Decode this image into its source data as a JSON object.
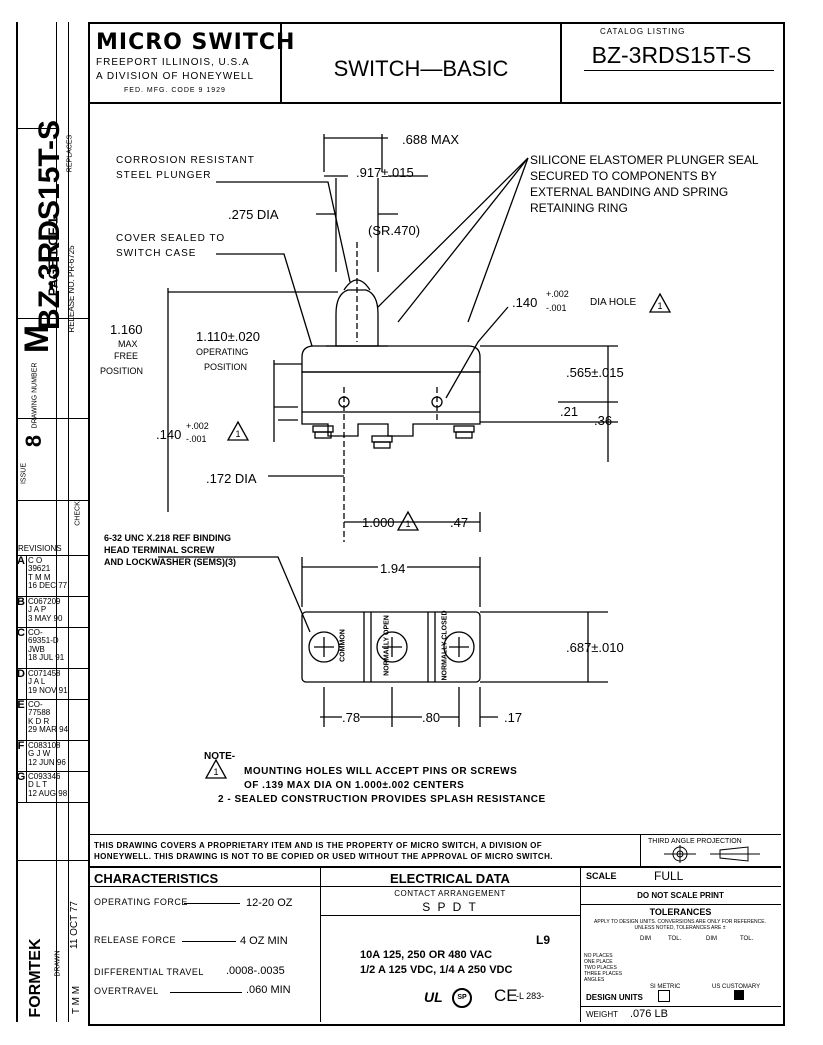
{
  "title_block": {
    "brand": "MICRO SWITCH",
    "address_line": "FREEPORT ILLINOIS, U.S.A",
    "division_line": "A DIVISION OF HONEYWELL",
    "fed_code": "FED. MFG. CODE 9 1929",
    "product_title": "SWITCH—BASIC",
    "catalog_label": "CATALOG LISTING",
    "catalog_number": "BZ-3RDS15T-S"
  },
  "left_strip": {
    "part_number": "BZ-3RDS15T-S",
    "page": "PAGE 1 OF 1",
    "replaces_label": "REPLACES",
    "release_no": "RELEASE NO. PR-6725",
    "drawing_number_label": "DRAWING NUMBER",
    "drawing_letter": "M",
    "issue_label": "ISSUE",
    "issue_number": "8",
    "check_label": "CHECK",
    "revisions_label": "REVISIONS",
    "drawn_label": "DRAWN",
    "drawn_by": "T M M",
    "drawn_date": "11 OCT 77",
    "formtek": "FORMTEK"
  },
  "revisions": [
    {
      "letter": "A",
      "lines": [
        "C O",
        "39621",
        "T M M",
        "16 DEC 77"
      ]
    },
    {
      "letter": "B",
      "lines": [
        "C067209",
        "J A P",
        "3 MAY 90"
      ]
    },
    {
      "letter": "C",
      "lines": [
        "CO-",
        "69351-D",
        "JWB",
        "18 JUL 91"
      ]
    },
    {
      "letter": "D",
      "lines": [
        "C071458",
        "J A L",
        "19 NOV 91"
      ]
    },
    {
      "letter": "E",
      "lines": [
        "CO-",
        "77588",
        "K D R",
        "29 MAR 94"
      ]
    },
    {
      "letter": "F",
      "lines": [
        "C083108",
        "G J W",
        "12 JUN 96"
      ]
    },
    {
      "letter": "G",
      "lines": [
        "C093346",
        "D L T",
        "12 AUG 98"
      ]
    }
  ],
  "drawing": {
    "dim_688": ".688 MAX",
    "dim_917": ".917±.015",
    "dim_275": ".275 DIA",
    "dim_sr": "(SR.470)",
    "plunger_label_1": "CORROSION RESISTANT",
    "plunger_label_2": "STEEL PLUNGER",
    "cover_label_1": "COVER SEALED TO",
    "cover_label_2": "SWITCH CASE",
    "seal_label_1": "SILICONE ELASTOMER PLUNGER SEAL",
    "seal_label_2": "SECURED TO COMPONENTS BY",
    "seal_label_3": "EXTERNAL BANDING AND SPRING",
    "seal_label_4": "RETAINING RING",
    "hole_dim": ".140",
    "hole_tol_plus": "+.002",
    "hole_tol_minus": "-.001",
    "hole_label": "DIA HOLE",
    "free_pos_1": "1.160",
    "free_pos_2": "MAX",
    "free_pos_3": "FREE",
    "free_pos_4": "POSITION",
    "op_pos_1": "1.110±.020",
    "op_pos_2": "OPERATING",
    "op_pos_3": "POSITION",
    "dim_565": ".565±.015",
    "dim_21": ".21",
    "dim_36": ".36",
    "dim_140_left": ".140",
    "dim_172": ".172 DIA",
    "dim_1000": "1.000",
    "dim_47": ".47",
    "screw_label_1": "6-32 UNC X.218 REF BINDING",
    "screw_label_2": "HEAD TERMINAL SCREW",
    "screw_label_3": "AND LOCKWASHER (SEMS)(3)",
    "dim_194": "1.94",
    "term_common": "COMMON",
    "term_no": "NORMALLY OPEN",
    "term_nc": "NORMALLY CLOSED",
    "dim_687": ".687±.010",
    "dim_78": ".78",
    "dim_80": ".80",
    "dim_17": ".17",
    "triangle_mark": "1"
  },
  "notes": {
    "heading": "NOTE-",
    "note1_line1": "MOUNTING HOLES WILL ACCEPT PINS OR SCREWS",
    "note1_line2": "OF .139 MAX DIA ON 1.000±.002 CENTERS",
    "note2": "2 - SEALED CONSTRUCTION PROVIDES SPLASH RESISTANCE"
  },
  "proprietary": {
    "line1": "THIS DRAWING COVERS A PROPRIETARY ITEM AND IS THE PROPERTY OF MICRO SWITCH, A DIVISION OF",
    "line2": "HONEYWELL. THIS DRAWING IS NOT TO BE COPIED OR USED WITHOUT THE APPROVAL OF MICRO SWITCH.",
    "projection_label": "THIRD ANGLE PROJECTION"
  },
  "characteristics": {
    "heading": "CHARACTERISTICS",
    "rows": [
      {
        "label": "OPERATING FORCE",
        "value": "12-20 OZ"
      },
      {
        "label": "RELEASE FORCE",
        "value": "4 OZ MIN"
      },
      {
        "label": "DIFFERENTIAL TRAVEL",
        "value": ".0008-.0035"
      },
      {
        "label": "OVERTRAVEL",
        "value": ".060 MIN"
      }
    ]
  },
  "electrical": {
    "heading": "ELECTRICAL DATA",
    "contact_label": "CONTACT ARRANGEMENT",
    "contact_value": "S P D T",
    "code": "L9",
    "rating1": "10A 125, 250 OR 480 VAC",
    "rating2": "1/2 A 125 VDC, 1/4 A 250 VDC",
    "cert_ul": "UL",
    "cert_csa": "SP",
    "cert_ce": "CE",
    "cert_ref": "-L 283-"
  },
  "scale_block": {
    "scale_label": "SCALE",
    "scale_value": "FULL",
    "no_scale": "DO NOT SCALE PRINT",
    "tolerances_heading": "TOLERANCES",
    "tolerances_note": "APPLY TO DESIGN UNITS. CONVERSIONS ARE ONLY FOR REFERENCE. UNLESS NOTED, TOLERANCES ARE ±",
    "col_dim": "DIM",
    "col_tol": "TOL.",
    "rows": [
      "NO PLACES",
      "ONE PLACE",
      "TWO PLACES",
      "THREE PLACES",
      "ANGLES"
    ],
    "design_units_label": "DESIGN UNITS",
    "si_metric": "SI METRIC",
    "us_customary": "US CUSTOMARY",
    "weight_label": "WEIGHT",
    "weight_value": ".076 LB"
  }
}
